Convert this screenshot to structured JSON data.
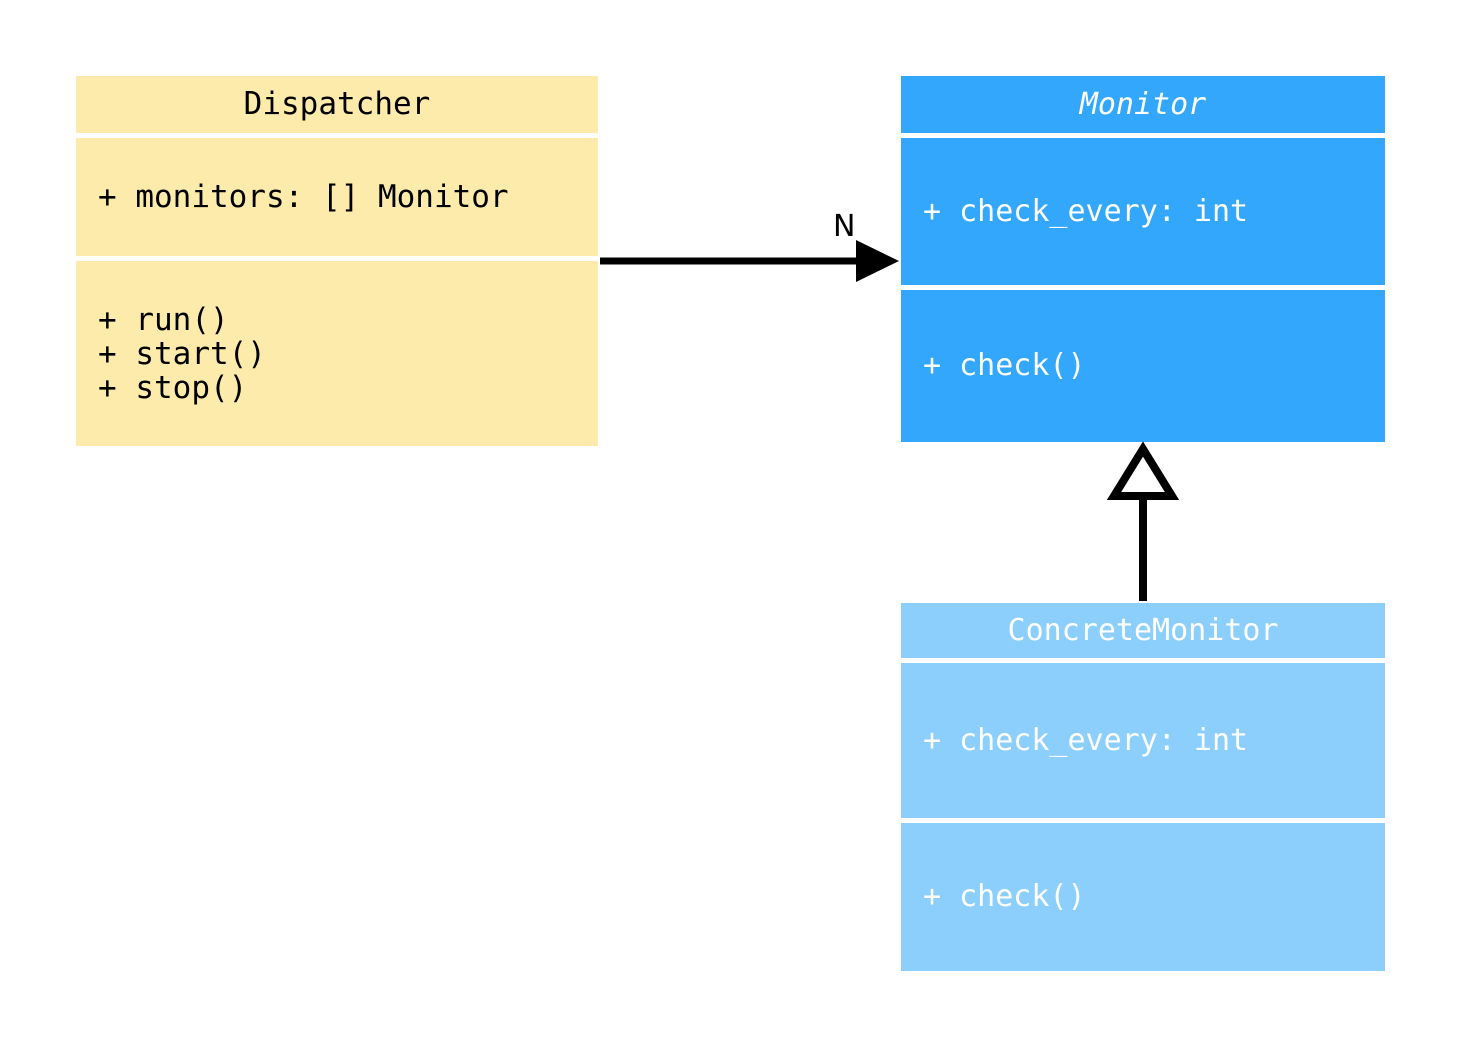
{
  "diagram": {
    "type": "uml-class-diagram",
    "background": "#ffffff",
    "classes": [
      {
        "id": "dispatcher",
        "name": "Dispatcher",
        "abstract": false,
        "fill": "#fdebab",
        "text_color": "#000000",
        "attributes": [
          "+ monitors: [] Monitor"
        ],
        "operations": [
          "+ run()",
          "+ start()",
          "+ stop()"
        ]
      },
      {
        "id": "monitor",
        "name": "Monitor",
        "abstract": true,
        "fill": "#33a7fc",
        "text_color": "#ffffff",
        "attributes": [
          "+ check_every: int"
        ],
        "operations": [
          "+ check()"
        ]
      },
      {
        "id": "concrete_monitor",
        "name": "ConcreteMonitor",
        "abstract": false,
        "fill": "#8ccffd",
        "text_color": "#ffffff",
        "attributes": [
          "+ check_every: int"
        ],
        "operations": [
          "+ check()"
        ]
      }
    ],
    "relationships": [
      {
        "id": "dispatcher-to-monitor",
        "kind": "association",
        "from": "Dispatcher",
        "to": "Monitor",
        "arrowhead": "filled",
        "multiplicity_label": "N",
        "line_color": "#000000"
      },
      {
        "id": "concrete-to-monitor",
        "kind": "generalization",
        "from": "ConcreteMonitor",
        "to": "Monitor",
        "arrowhead": "hollow-triangle",
        "multiplicity_label": "",
        "line_color": "#000000"
      }
    ]
  }
}
